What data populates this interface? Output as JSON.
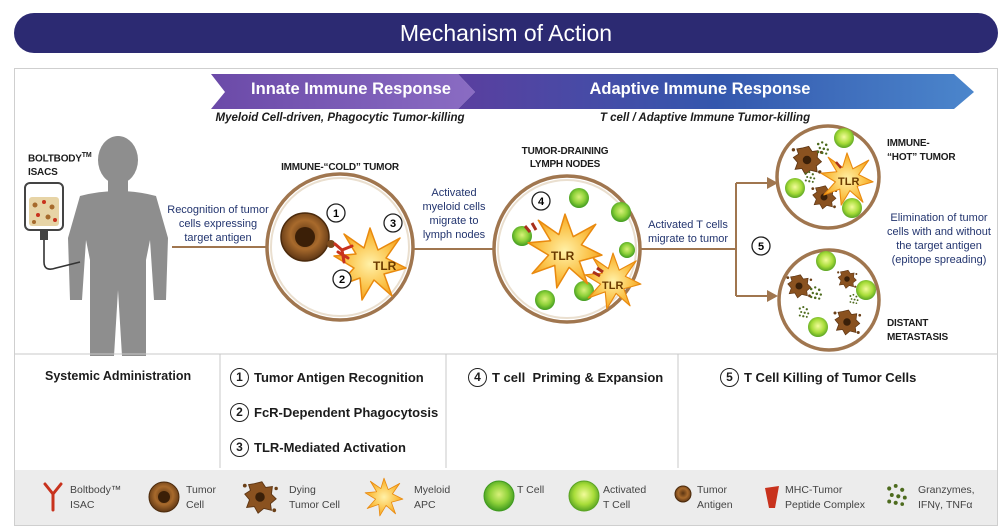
{
  "title": "Mechanism of Action",
  "phases": {
    "innate": "Innate Immune Response",
    "adaptive": "Adaptive Immune Response",
    "innate_sub": "Myeloid Cell-driven, Phagocytic Tumor-killing",
    "adaptive_sub": "T cell / Adaptive Immune Tumor-killing"
  },
  "labels": {
    "boltbody_line1": "BOLTBODY",
    "boltbody_tm": "TM",
    "boltbody_line2": "ISACS",
    "cold_tumor": "IMMUNE-“COLD” TUMOR",
    "lymph_line1": "TUMOR-DRAINING",
    "lymph_line2": "LYMPH NODES",
    "hot_line1": "IMMUNE-",
    "hot_line2": "“HOT” TUMOR",
    "distant_line1": "DISTANT",
    "distant_line2": "METASTASIS",
    "tlr": "TLR"
  },
  "arrows": {
    "recognition": [
      "Recognition of tumor",
      "cells expressing",
      "target antigen"
    ],
    "migrate_ln": [
      "Activated",
      "myeloid cells",
      "migrate to",
      "lymph nodes"
    ],
    "migrate_tumor": [
      "Activated T cells",
      "migrate to tumor"
    ],
    "elimination": [
      "Elimination of tumor",
      "cells with and without",
      "the target antigen",
      "(epitope spreading)"
    ]
  },
  "steps": {
    "n1": "1",
    "n2": "2",
    "n3": "3",
    "n4": "4",
    "n5": "5",
    "systemic": "Systemic Administration",
    "s1": "Tumor Antigen Recognition",
    "s2": "FcR-Dependent Phagocytosis",
    "s3": "TLR-Mediated Activation",
    "s4": "T cell  Priming & Expansion",
    "s5": "T Cell Killing of Tumor Cells"
  },
  "legend": [
    {
      "icon": "antibody-icon",
      "line1": "Boltbody™",
      "line2": "ISAC"
    },
    {
      "icon": "tumor-cell-icon",
      "line1": "Tumor",
      "line2": "Cell"
    },
    {
      "icon": "dying-tumor-cell-icon",
      "line1": "Dying",
      "line2": "Tumor Cell"
    },
    {
      "icon": "myeloid-apc-icon",
      "line1": "Myeloid",
      "line2": "APC"
    },
    {
      "icon": "t-cell-icon",
      "line1": "T Cell",
      "line2": ""
    },
    {
      "icon": "activated-t-cell-icon",
      "line1": "Activated",
      "line2": "T Cell"
    },
    {
      "icon": "tumor-antigen-icon",
      "line1": "Tumor",
      "line2": "Antigen"
    },
    {
      "icon": "mhc-complex-icon",
      "line1": "MHC-Tumor",
      "line2": "Peptide Complex"
    },
    {
      "icon": "granzymes-icon",
      "line1": "Granzymes,",
      "line2": "IFNγ, TNFα"
    }
  ],
  "colors": {
    "title_bar": "#2c2a72",
    "innate_arrow": "#7b58b2",
    "adaptive_arrow": "#3d64b3",
    "connector": "#a0764f",
    "circle_border": "#a0764f",
    "myeloid": "#f6a623",
    "t_cell": "#5cbf2a",
    "tumor": "#7b4a1c",
    "antibody": "#c8321d"
  }
}
